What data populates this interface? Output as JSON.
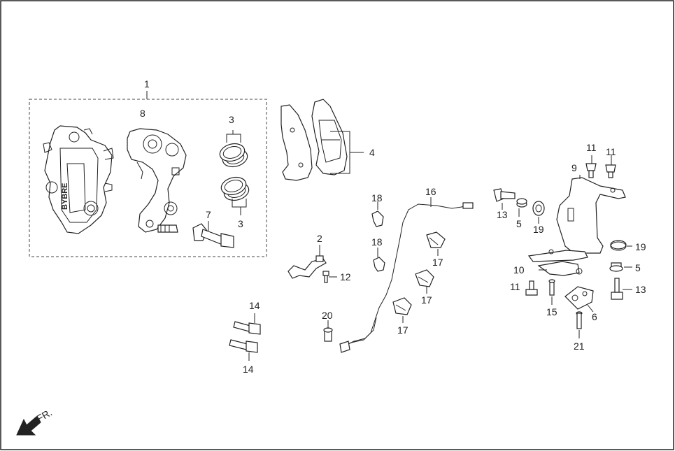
{
  "diagram": {
    "callouts": [
      "1",
      "2",
      "3",
      "3",
      "4",
      "5",
      "5",
      "6",
      "7",
      "8",
      "9",
      "10",
      "11",
      "11",
      "11",
      "12",
      "13",
      "13",
      "14",
      "14",
      "15",
      "16",
      "17",
      "17",
      "17",
      "18",
      "18",
      "19",
      "19",
      "20",
      "21"
    ],
    "caliper_lettering": "BYBRE",
    "direction_label": "FR."
  }
}
